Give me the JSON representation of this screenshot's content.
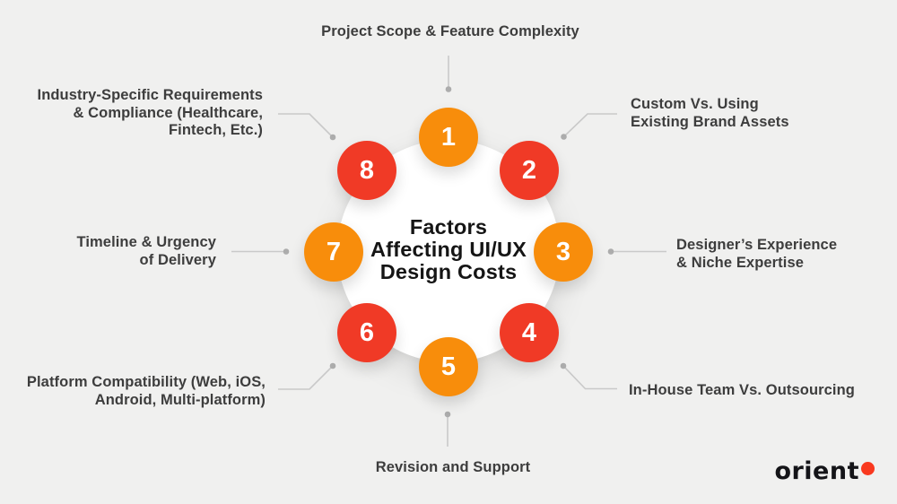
{
  "title": "Factors\nAffecting UI/UX\nDesign Costs",
  "colors": {
    "bg": "#F0F0EF",
    "orange": "#F88D0B",
    "red": "#F03A26",
    "title": "#151515",
    "label": "#3D3D3D",
    "line": "#C9C9C9",
    "dot": "#ACACAC",
    "logo": "#141418",
    "logo_dot": "#F9391F"
  },
  "items": [
    {
      "number": "1",
      "label": "Project Scope & Feature Complexity",
      "color": "orange"
    },
    {
      "number": "2",
      "label": "Custom Vs. Using\nExisting Brand Assets",
      "color": "red"
    },
    {
      "number": "3",
      "label": "Designer’s Experience\n& Niche Expertise",
      "color": "orange"
    },
    {
      "number": "4",
      "label": "In-House Team Vs. Outsourcing",
      "color": "red"
    },
    {
      "number": "5",
      "label": "Revision and Support",
      "color": "orange"
    },
    {
      "number": "6",
      "label": "Platform Compatibility (Web, iOS,\nAndroid, Multi-platform)",
      "color": "red"
    },
    {
      "number": "7",
      "label": "Timeline & Urgency\nof Delivery",
      "color": "orange"
    },
    {
      "number": "8",
      "label": "Industry-Specific Requirements\n& Compliance (Healthcare,\nFintech, Etc.)",
      "color": "red"
    }
  ],
  "logo": {
    "text": "orient"
  }
}
